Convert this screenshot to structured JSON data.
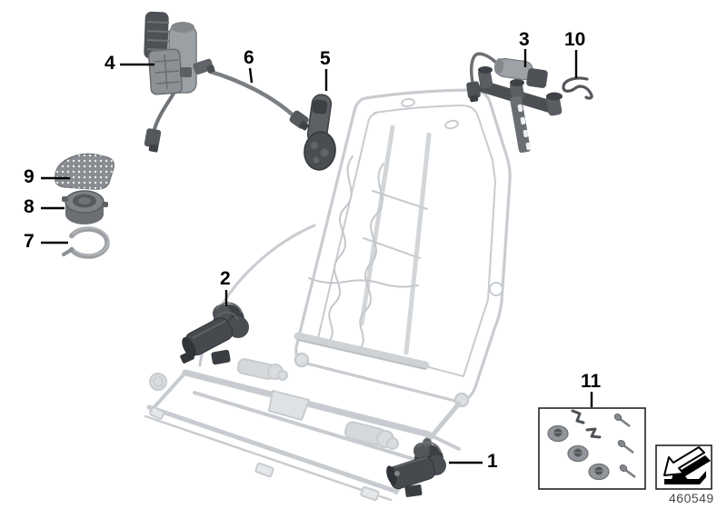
{
  "diagram": {
    "code": "460549",
    "background_color": "#ffffff",
    "ghost_color": "#c8ccd0",
    "part_dark_color": "#3f4347",
    "part_mid_color": "#7e8286",
    "part_light_color": "#a8acb0",
    "callout_color": "#000000"
  },
  "callouts": [
    {
      "number": "1"
    },
    {
      "number": "2"
    },
    {
      "number": "3"
    },
    {
      "number": "4"
    },
    {
      "number": "5"
    },
    {
      "number": "6"
    },
    {
      "number": "7"
    },
    {
      "number": "8"
    },
    {
      "number": "9"
    },
    {
      "number": "10"
    },
    {
      "number": "11"
    }
  ],
  "icons": {
    "nav_arrow": "diagram-nav-arrow-icon"
  }
}
